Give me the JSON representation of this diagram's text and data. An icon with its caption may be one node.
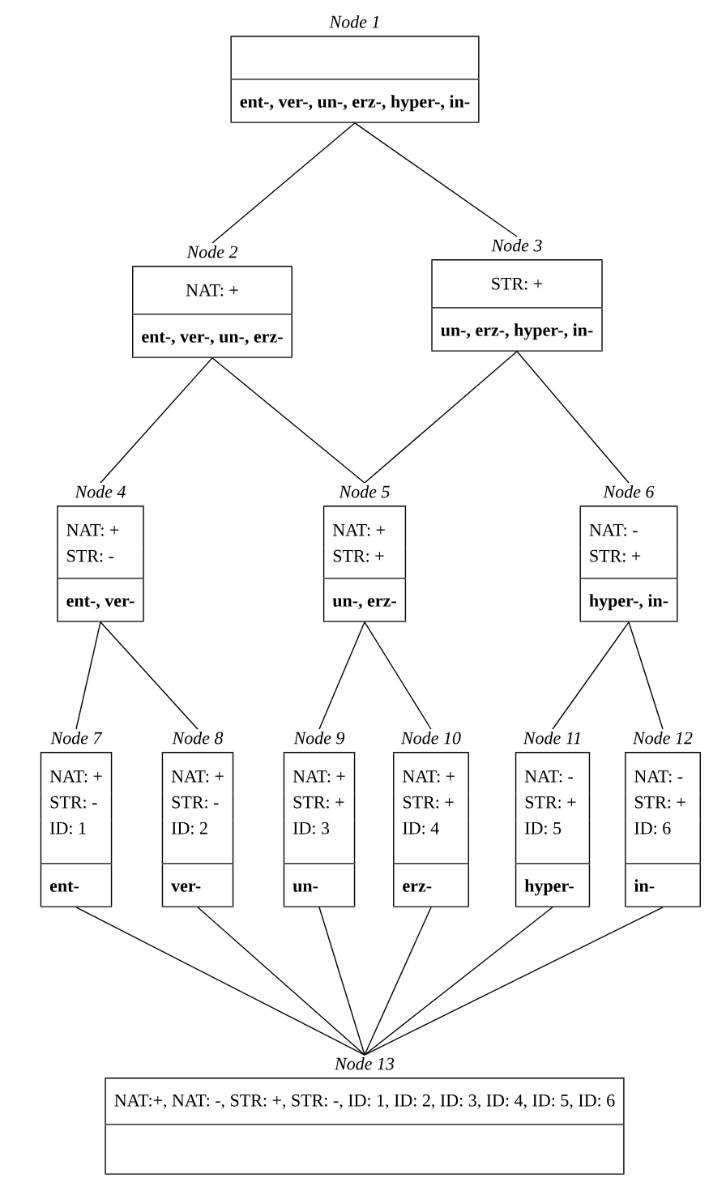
{
  "diagram": {
    "nodes": [
      {
        "text": [
          "Node 1",
          "ent-, ver-, un-, erz-, hyper-, in-"
        ]
      },
      {
        "text": [
          "Node 2",
          "NAT: +",
          "ent-, ver-, un-, erz-"
        ]
      },
      {
        "text": [
          "Node 3",
          "STR: +",
          "un-, erz-, hyper-, in-"
        ]
      },
      {
        "text": [
          "Node 4",
          "NAT: +",
          "STR: -",
          "ent-, ver-"
        ]
      },
      {
        "text": [
          "Node 5",
          "NAT: +",
          "STR: +",
          "un-, erz-"
        ]
      },
      {
        "text": [
          "Node 6",
          "NAT: -",
          "STR: +",
          "hyper-, in-"
        ]
      },
      {
        "text": [
          "Node 7",
          "NAT: +",
          "STR: -",
          "ID: 1",
          "ent-"
        ]
      },
      {
        "text": [
          "Node 8",
          "NAT: +",
          "STR: -",
          "ID: 2",
          "ver-"
        ]
      },
      {
        "text": [
          "Node 9",
          "NAT: +",
          "STR: +",
          "ID: 3",
          "un-"
        ]
      },
      {
        "text": [
          "Node 10",
          "NAT: +",
          "STR: +",
          "ID: 4",
          "erz-"
        ]
      },
      {
        "text": [
          "Node 11",
          "NAT: -",
          "STR: +",
          "ID: 5",
          "hyper-"
        ]
      },
      {
        "text": [
          "Node 12",
          "NAT: -",
          "STR: +",
          "ID: 6",
          "in-"
        ]
      },
      {
        "text": [
          "Node 13",
          "NAT:+, NAT: -, STR: +, STR: -, ID: 1, ID: 2, ID: 3, ID: 4, ID: 5, ID: 6"
        ]
      }
    ],
    "edges": [
      {
        "from": 0,
        "to": 1,
        "arrow": "none"
      },
      {
        "from": 0,
        "to": 2,
        "arrow": "none"
      },
      {
        "from": 1,
        "to": 3,
        "arrow": "none"
      },
      {
        "from": 1,
        "to": 4,
        "arrow": "none"
      },
      {
        "from": 2,
        "to": 4,
        "arrow": "none"
      },
      {
        "from": 2,
        "to": 5,
        "arrow": "none"
      },
      {
        "from": 3,
        "to": 6,
        "arrow": "none"
      },
      {
        "from": 3,
        "to": 7,
        "arrow": "none"
      },
      {
        "from": 4,
        "to": 8,
        "arrow": "none"
      },
      {
        "from": 4,
        "to": 9,
        "arrow": "none"
      },
      {
        "from": 5,
        "to": 10,
        "arrow": "none"
      },
      {
        "from": 5,
        "to": 11,
        "arrow": "none"
      },
      {
        "from": 6,
        "to": 12,
        "arrow": "none"
      },
      {
        "from": 7,
        "to": 12,
        "arrow": "none"
      },
      {
        "from": 8,
        "to": 12,
        "arrow": "none"
      },
      {
        "from": 9,
        "to": 12,
        "arrow": "none"
      },
      {
        "from": 10,
        "to": 12,
        "arrow": "none"
      },
      {
        "from": 11,
        "to": 12,
        "arrow": "none"
      }
    ]
  }
}
